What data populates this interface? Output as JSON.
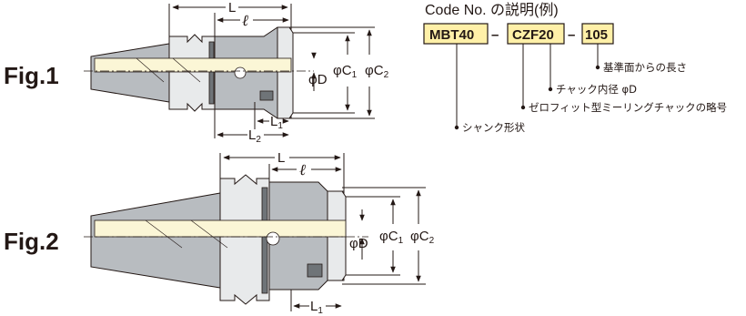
{
  "figures": [
    {
      "label": "Fig.1"
    },
    {
      "label": "Fig.2"
    }
  ],
  "dimensions": {
    "L": "L",
    "ell": "ℓ",
    "L1": "L",
    "L1_sub": "1",
    "L2": "L",
    "L2_sub": "2",
    "D": "φD",
    "C1": "φC",
    "C1_sub": "1",
    "C2": "φC",
    "C2_sub": "2"
  },
  "code_explanation": {
    "heading": "Code No. の説明(例)",
    "parts": [
      "MBT40",
      "CZF20",
      "105"
    ],
    "notes": [
      "基準面からの長さ",
      "チャック内径 φD",
      "ゼロフィット型ミーリングチャックの略号",
      "シャンク形状"
    ]
  },
  "colors": {
    "code_box_fill": "#fff0a8",
    "body_gray": "#b8bcc0",
    "bore_cream": "#fbf6d6"
  }
}
